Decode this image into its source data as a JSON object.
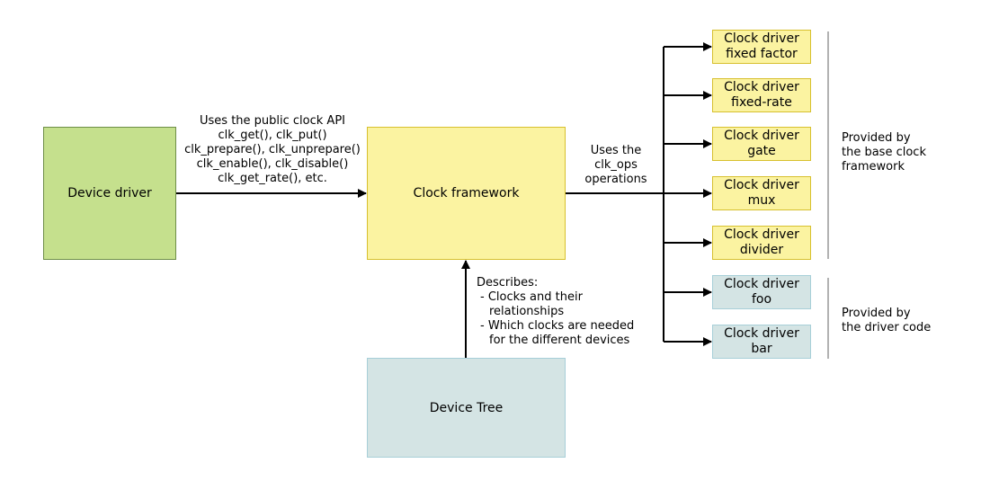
{
  "device_driver": "Device driver",
  "clock_framework": "Clock framework",
  "device_tree": "Device Tree",
  "api_text": [
    "Uses the public clock API",
    "clk_get(), clk_put()",
    "clk_prepare(), clk_unprepare()",
    "clk_enable(), clk_disable()",
    "clk_get_rate(), etc."
  ],
  "ops_text": [
    "Uses the",
    "clk_ops",
    "operations"
  ],
  "describes": {
    "title": "Describes:",
    "b1_line1": "- Clocks and their",
    "b1_line2": "relationships",
    "b2_line1": "- Which clocks are needed",
    "b2_line2": "for the different devices"
  },
  "drivers": [
    {
      "line1": "Clock driver",
      "line2": "fixed factor",
      "group": "base"
    },
    {
      "line1": "Clock driver",
      "line2": "fixed-rate",
      "group": "base"
    },
    {
      "line1": "Clock driver",
      "line2": "gate",
      "group": "base"
    },
    {
      "line1": "Clock driver",
      "line2": "mux",
      "group": "base"
    },
    {
      "line1": "Clock driver",
      "line2": "divider",
      "group": "base"
    },
    {
      "line1": "Clock driver",
      "line2": "foo",
      "group": "driver"
    },
    {
      "line1": "Clock driver",
      "line2": "bar",
      "group": "driver"
    }
  ],
  "groups": {
    "base": [
      "Provided by",
      "the base clock",
      "framework"
    ],
    "driver": [
      "Provided by",
      "the driver code"
    ]
  },
  "colors": {
    "green_fill": "#c5e08d",
    "green_border": "#6e8e47",
    "yellow_fill": "#fbf3a1",
    "yellow_border": "#d7c02e",
    "teal_fill": "#d4e4e4",
    "teal_border": "#a7cfd8"
  }
}
